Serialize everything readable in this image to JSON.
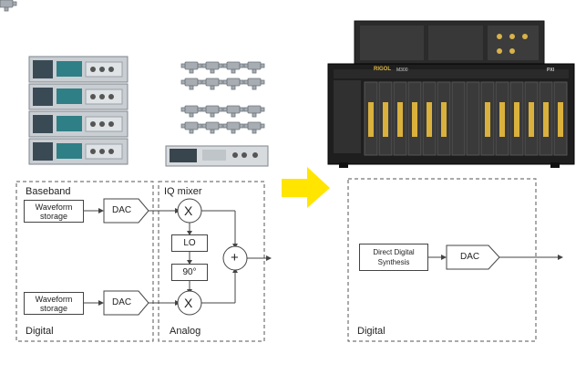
{
  "left_panel": {
    "baseband_label": "Baseband",
    "digital_label": "Digital",
    "waveform_top": [
      "Waveform",
      "storage"
    ],
    "waveform_bottom": [
      "Waveform",
      "storage"
    ],
    "dac_top": "DAC",
    "dac_bottom": "DAC"
  },
  "mixer_panel": {
    "title": "IQ mixer",
    "analog_label": "Analog",
    "lo_label": "LO",
    "phase_label": "90°",
    "multiply_symbol": "X",
    "sum_symbol": "+"
  },
  "right_panel": {
    "dds_label": [
      "Direct Digital",
      "Synthesis"
    ],
    "dac_label": "DAC",
    "digital_label": "Digital"
  },
  "device_photo": {
    "brand_logo": "RIGOL",
    "model_text": "M300",
    "brand_right": "PXI"
  },
  "colors": {
    "arrow": "#FFE500",
    "line": "#444444",
    "dash": "#555555"
  }
}
